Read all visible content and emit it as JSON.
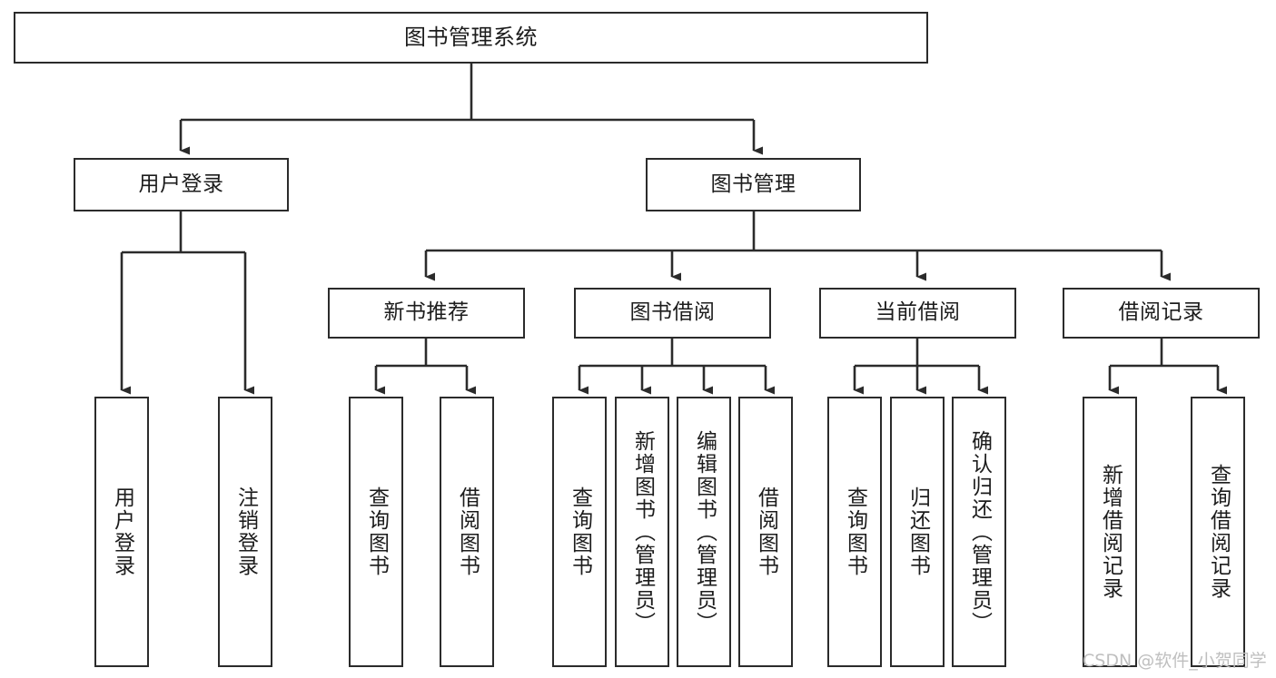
{
  "diagram": {
    "type": "tree",
    "title": "图书管理系统",
    "line_color": "#2b2b2b",
    "box_fill": "#ffffff",
    "text_color": "#1c1c1c",
    "nodes": {
      "root": {
        "label": "图书管理系统"
      },
      "level2": [
        {
          "id": "user-login",
          "label": "用户登录"
        },
        {
          "id": "book-manage",
          "label": "图书管理"
        }
      ],
      "level3": [
        {
          "id": "new-book-rec",
          "label": "新书推荐"
        },
        {
          "id": "book-borrow",
          "label": "图书借阅"
        },
        {
          "id": "current-borrow",
          "label": "当前借阅"
        },
        {
          "id": "borrow-record",
          "label": "借阅记录"
        }
      ],
      "leaves": [
        {
          "id": "leaf-user-login",
          "label": "用户登录",
          "parent": "user-login"
        },
        {
          "id": "leaf-logout-login",
          "label": "注销登录",
          "parent": "user-login"
        },
        {
          "id": "leaf-query-book-1",
          "label": "查询图书",
          "parent": "new-book-rec"
        },
        {
          "id": "leaf-borrow-book-1",
          "label": "借阅图书",
          "parent": "new-book-rec"
        },
        {
          "id": "leaf-query-book-2",
          "label": "查询图书",
          "parent": "book-borrow"
        },
        {
          "id": "leaf-add-book",
          "label": "新增图书（管理员）",
          "parent": "book-borrow"
        },
        {
          "id": "leaf-edit-book",
          "label": "编辑图书（管理员）",
          "parent": "book-borrow"
        },
        {
          "id": "leaf-borrow-book-2",
          "label": "借阅图书",
          "parent": "book-borrow"
        },
        {
          "id": "leaf-query-book-3",
          "label": "查询图书",
          "parent": "current-borrow"
        },
        {
          "id": "leaf-return-book",
          "label": "归还图书",
          "parent": "current-borrow"
        },
        {
          "id": "leaf-confirm-return",
          "label": "确认归还（管理员）",
          "parent": "current-borrow"
        },
        {
          "id": "leaf-add-record",
          "label": "新增借阅记录",
          "parent": "borrow-record"
        },
        {
          "id": "leaf-query-record",
          "label": "查询借阅记录",
          "parent": "borrow-record"
        }
      ]
    }
  },
  "watermark": {
    "text": "CSDN @软件_小贺同学"
  }
}
